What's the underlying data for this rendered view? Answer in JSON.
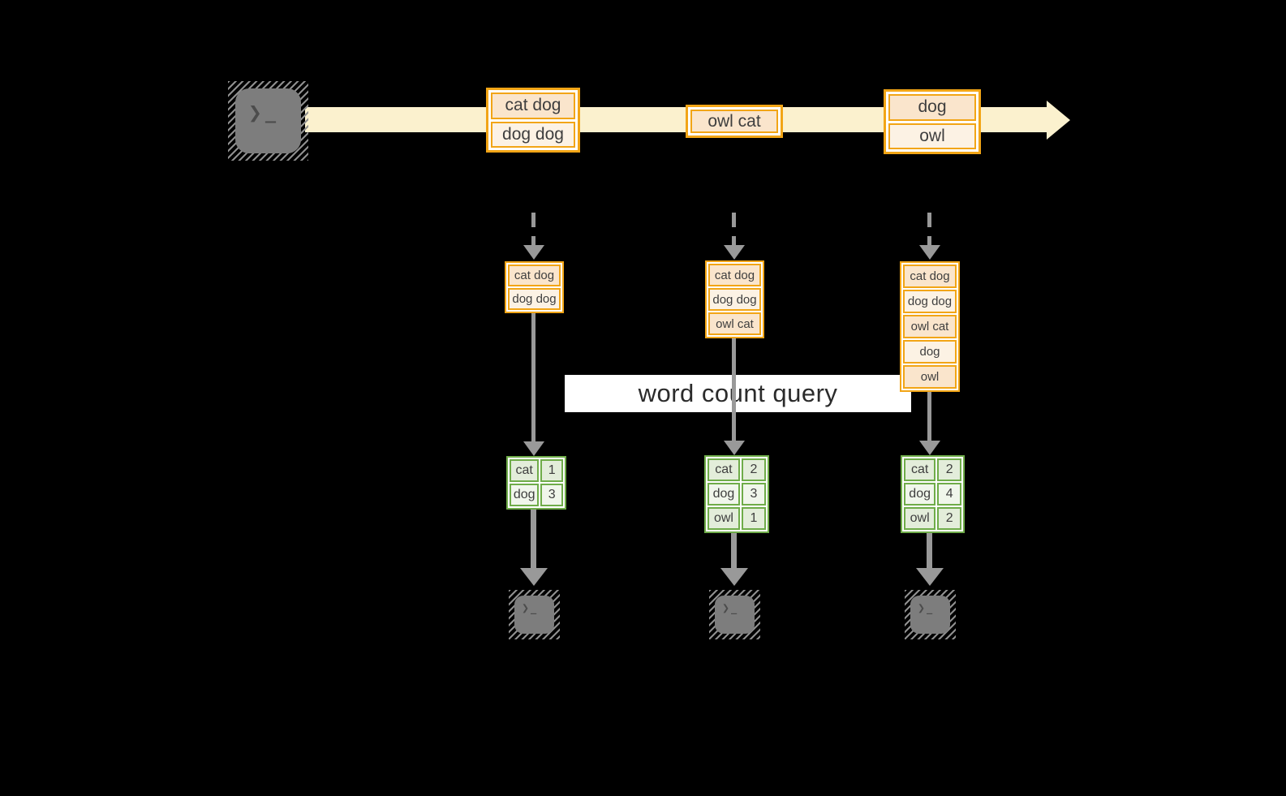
{
  "banner": {
    "label": "word count query"
  },
  "icons": {
    "terminal_prompt": "❯",
    "terminal_cursor": "_"
  },
  "stream_batches": [
    [
      "cat dog",
      "dog dog"
    ],
    [
      "owl cat"
    ],
    [
      "dog",
      "owl"
    ]
  ],
  "accumulated_logs": [
    [
      "cat dog",
      "dog dog"
    ],
    [
      "cat dog",
      "dog dog",
      "owl cat"
    ],
    [
      "cat dog",
      "dog dog",
      "owl cat",
      "dog",
      "owl"
    ]
  ],
  "count_tables": [
    {
      "rows": [
        {
          "word": "cat",
          "count": "1"
        },
        {
          "word": "dog",
          "count": "3"
        }
      ]
    },
    {
      "rows": [
        {
          "word": "cat",
          "count": "2"
        },
        {
          "word": "dog",
          "count": "3"
        },
        {
          "word": "owl",
          "count": "1"
        }
      ]
    },
    {
      "rows": [
        {
          "word": "cat",
          "count": "2"
        },
        {
          "word": "dog",
          "count": "4"
        },
        {
          "word": "owl",
          "count": "2"
        }
      ]
    }
  ],
  "colors": {
    "background": "#000000",
    "stream_band": "#FBF1CE",
    "orange_border": "#F2A516",
    "orange_fill_dark": "#FAE5CC",
    "orange_fill_light": "#FCF2E4",
    "green_border": "#6FAC49",
    "green_fill_dark": "#E3EDDA",
    "green_fill_light": "#F0F6EB",
    "arrow_gray": "#999999",
    "terminal_gray": "#7D7D7D"
  }
}
